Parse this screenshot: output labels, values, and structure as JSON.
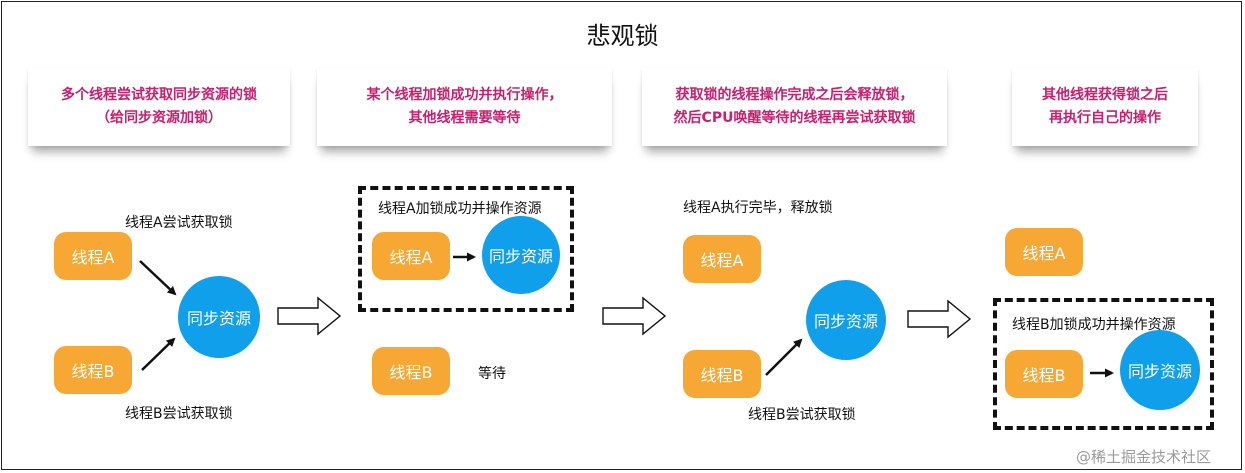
{
  "title": "悲观锁",
  "panels": [
    {
      "caption_line1": "多个线程尝试获取同步资源的锁",
      "caption_line2": "（给同步资源加锁）",
      "thread_a": "线程A",
      "thread_b": "线程B",
      "resource": "同步资源",
      "label_a": "线程A尝试获取锁",
      "label_b": "线程B尝试获取锁"
    },
    {
      "caption_line1": "某个线程加锁成功并执行操作，",
      "caption_line2": "其他线程需要等待",
      "box_label": "线程A加锁成功并操作资源",
      "thread_a": "线程A",
      "thread_b": "线程B",
      "resource": "同步资源",
      "wait_label": "等待"
    },
    {
      "caption_line1": "获取锁的线程操作完成之后会释放锁，",
      "caption_line2": "然后CPU唤醒等待的线程再尝试获取锁",
      "label_a": "线程A执行完毕，释放锁",
      "thread_a": "线程A",
      "thread_b": "线程B",
      "resource": "同步资源",
      "label_b": "线程B尝试获取锁"
    },
    {
      "caption_line1": "其他线程获得锁之后",
      "caption_line2": "再执行自己的操作",
      "thread_a": "线程A",
      "box_label": "线程B加锁成功并操作资源",
      "thread_b": "线程B",
      "resource": "同步资源"
    }
  ],
  "watermark": "@稀土掘金技术社区",
  "colors": {
    "caption_text": "#c8206e",
    "thread_fill": "#f7a734",
    "resource_fill": "#109fea",
    "border": "#222222"
  }
}
